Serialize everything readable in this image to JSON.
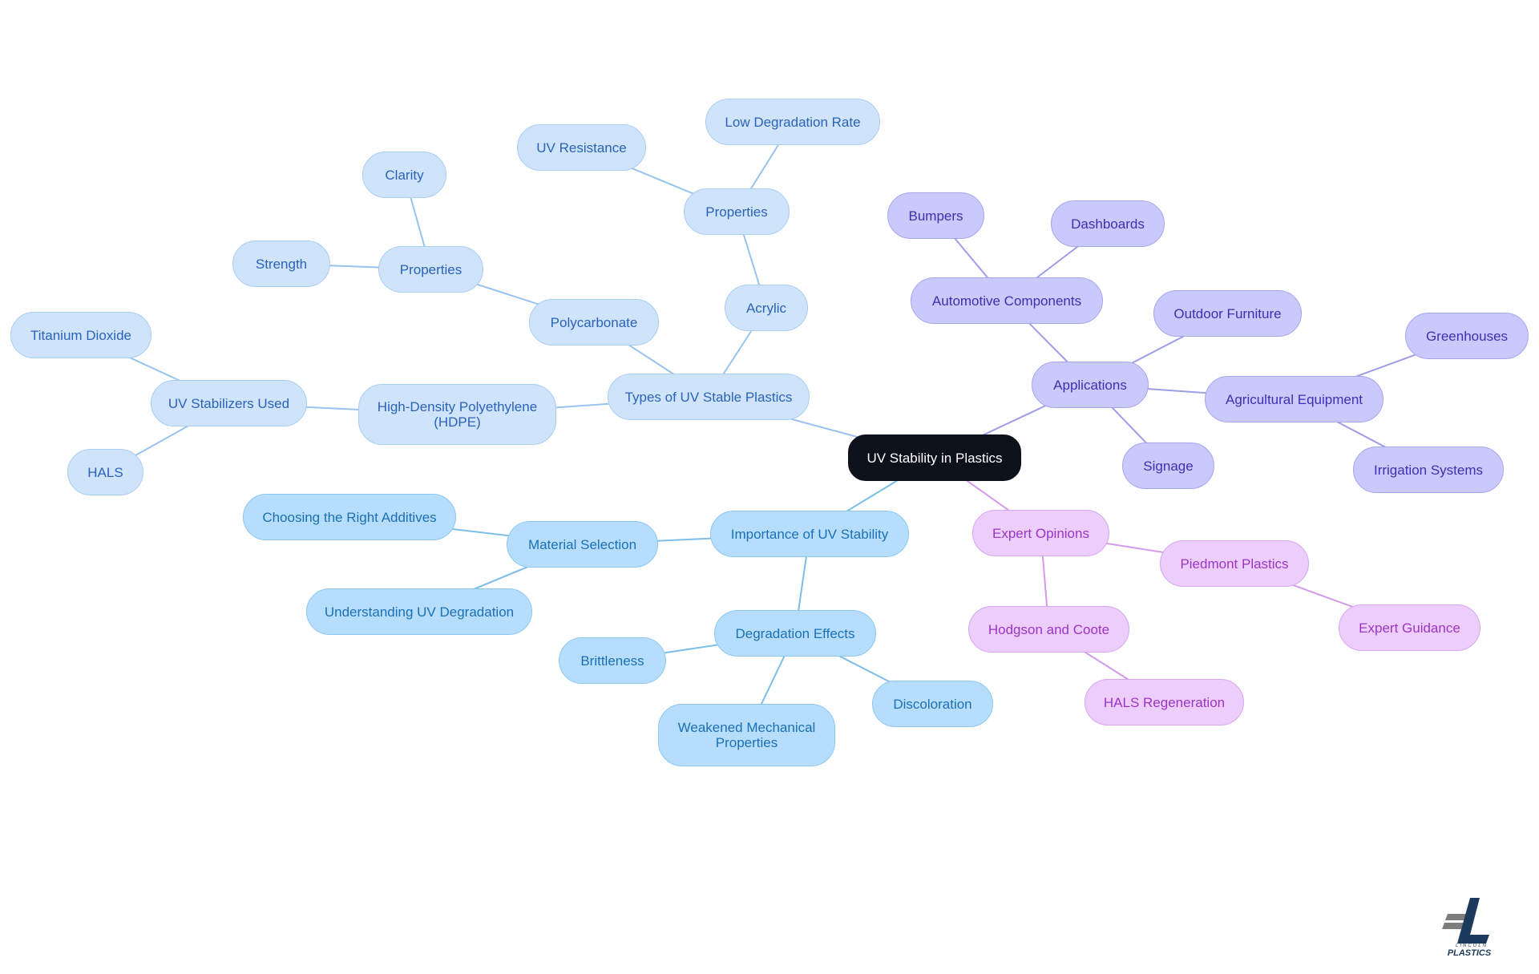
{
  "root": {
    "id": "root",
    "label": "UV Stability in Plastics"
  },
  "branches": {
    "types": {
      "label": "Types of UV Stable Plastics",
      "color": "#cfe3fb",
      "border": "#a9cdf3",
      "text": "#2a63b7",
      "line": "#98c3ee",
      "acrylic": {
        "label": "Acrylic",
        "properties": {
          "label": "Properties",
          "uv_resistance": "UV Resistance",
          "low_degradation": "Low Degradation Rate"
        }
      },
      "polycarbonate": {
        "label": "Polycarbonate",
        "properties": {
          "label": "Properties",
          "clarity": "Clarity",
          "strength": "Strength"
        }
      },
      "hdpe": {
        "label": "High-Density Polyethylene (HDPE)",
        "stabilizers": {
          "label": "UV Stabilizers Used",
          "titanium": "Titanium Dioxide",
          "hals": "HALS"
        }
      }
    },
    "importance": {
      "label": "Importance of UV Stability",
      "color": "#b6defc",
      "border": "#8cc7f3",
      "text": "#1b70b5",
      "line": "#7bbde8",
      "material": {
        "label": "Material Selection",
        "additives": "Choosing the Right Additives",
        "understanding": "Understanding UV Degradation"
      },
      "degradation": {
        "label": "Degradation Effects",
        "brittleness": "Brittleness",
        "weakened": "Weakened Mechanical Properties",
        "discoloration": "Discoloration"
      }
    },
    "applications": {
      "label": "Applications",
      "color": "#c9c9fb",
      "border": "#a6a6ef",
      "text": "#3f2fb0",
      "line": "#9d9de8",
      "automotive": {
        "label": "Automotive Components",
        "bumpers": "Bumpers",
        "dashboards": "Dashboards"
      },
      "outdoor_furniture": "Outdoor Furniture",
      "agricultural": {
        "label": "Agricultural Equipment",
        "greenhouses": "Greenhouses",
        "irrigation": "Irrigation Systems"
      },
      "signage": "Signage"
    },
    "experts": {
      "label": "Expert Opinions",
      "color": "#edcdfb",
      "border": "#d6a6f0",
      "text": "#9a35c4",
      "line": "#d39ae9",
      "piedmont": {
        "label": "Piedmont Plastics",
        "guidance": "Expert Guidance"
      },
      "hodgson": {
        "label": "Hodgson and Coote",
        "hals_regen": "HALS Regeneration"
      }
    }
  },
  "logo": {
    "text": "LINCOLN",
    "wordmark": "PLASTICS",
    "colors": [
      "#1b3a5c",
      "#7d7d7d"
    ]
  }
}
